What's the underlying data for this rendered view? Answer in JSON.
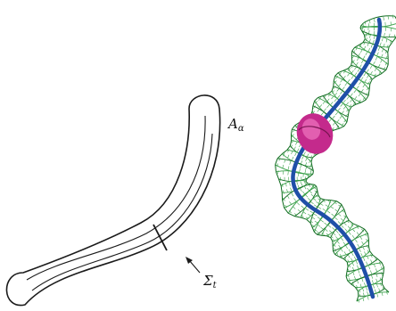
{
  "labels": {
    "tube_region": {
      "main": "A",
      "sub": "α"
    },
    "cross_section": {
      "main": "Σ",
      "sub": "t"
    }
  },
  "colors": {
    "outline": "#1a1a1a",
    "mesh_dark": "#0f6b1f",
    "mesh_light": "#3aa14a",
    "core_curve": "#1f4fa8",
    "highlight_blob": "#c42a8c",
    "highlight_blob_light": "#e25fb0",
    "background": "#ffffff"
  }
}
